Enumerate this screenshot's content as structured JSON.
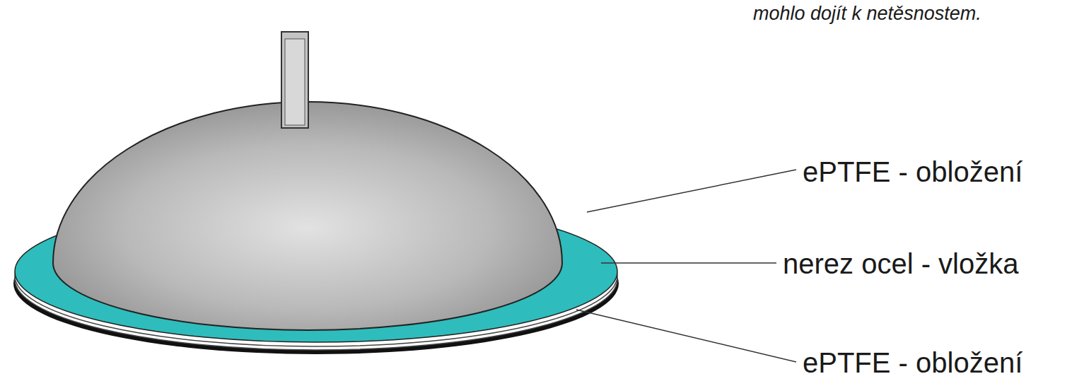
{
  "diagram": {
    "labels": [
      "mohlo dojít k netěsnostem.",
      "ePTFE - obložení",
      "nerez ocel - vložka",
      "ePTFE - obložení"
    ]
  }
}
